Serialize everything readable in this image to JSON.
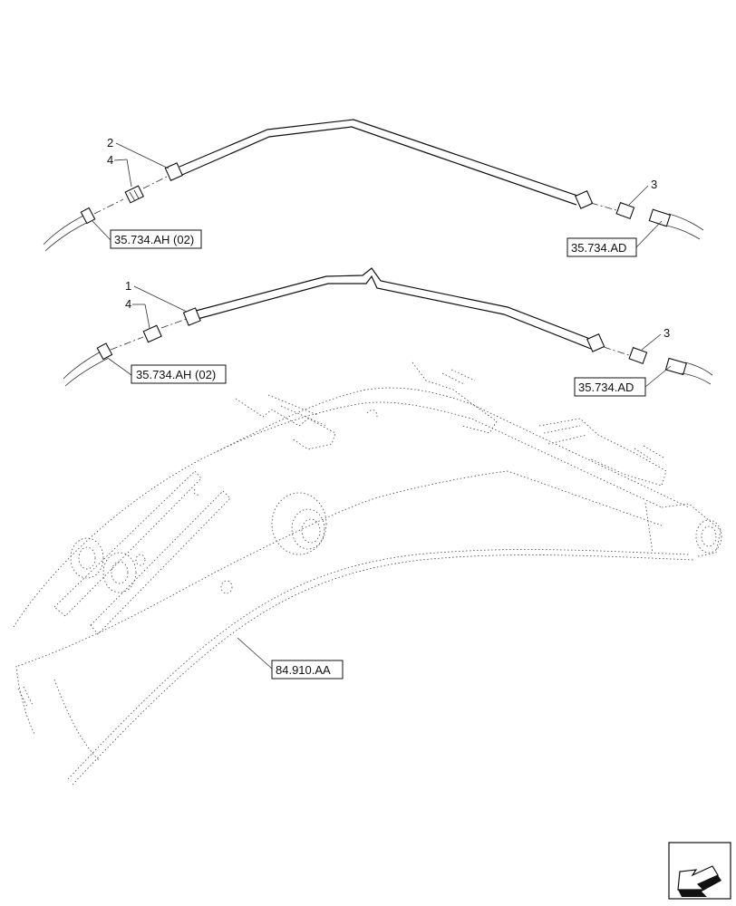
{
  "callouts": {
    "item1": "1",
    "item2": "2",
    "item3a": "3",
    "item3b": "3",
    "item4a": "4",
    "item4b": "4"
  },
  "refs": {
    "ah_top": "35.734.AH (02)",
    "ad_top": "35.734.AD",
    "ah_bottom": "35.734.AH (02)",
    "ad_bottom": "35.734.AD",
    "boom": "84.910.AA"
  },
  "nav_icon": "previous-page-arrow-icon"
}
